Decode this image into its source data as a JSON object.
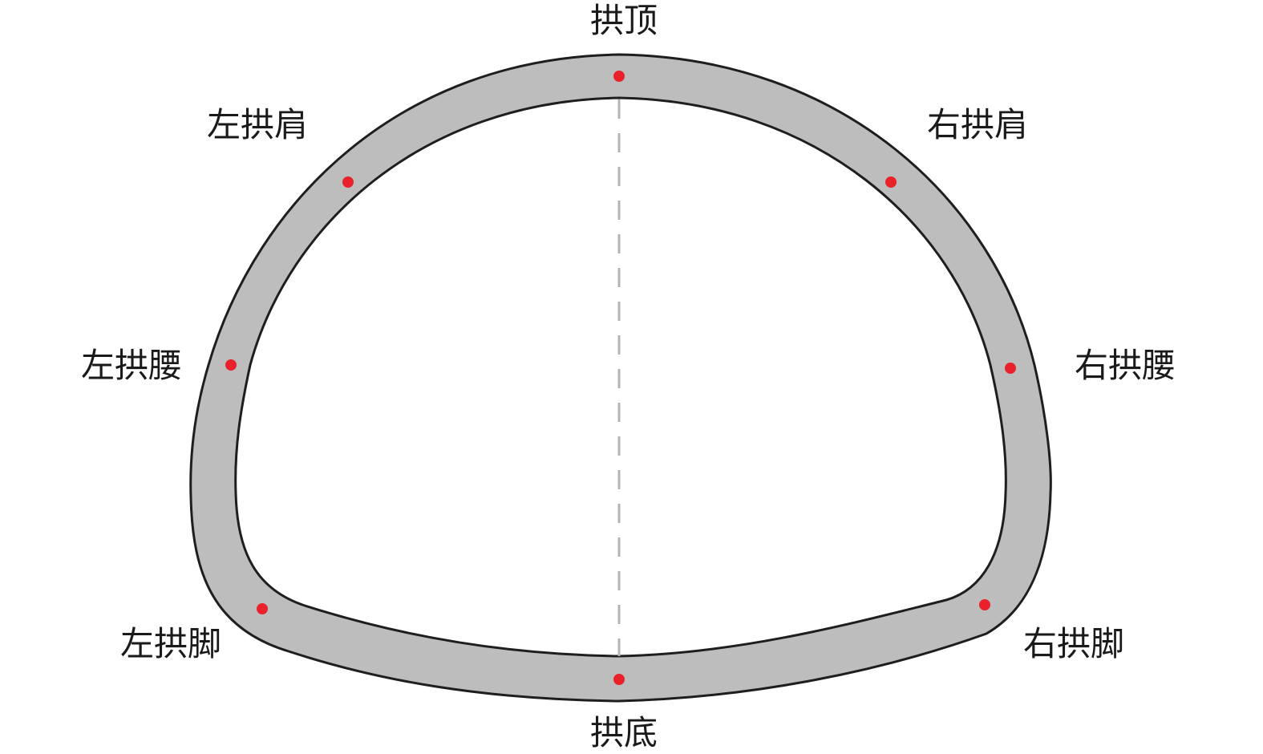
{
  "labels": {
    "crown": "拱顶",
    "invert": "拱底",
    "left_shoulder": "左拱肩",
    "right_shoulder": "右拱肩",
    "left_haunch": "左拱腰",
    "right_haunch": "右拱腰",
    "left_foot": "左拱脚",
    "right_foot": "右拱脚"
  },
  "colors": {
    "lining_fill": "#bdbdbd",
    "outline": "#1e1e1e",
    "marker": "#e8212b",
    "centerline": "#b4b4b4",
    "background": "#ffffff"
  }
}
